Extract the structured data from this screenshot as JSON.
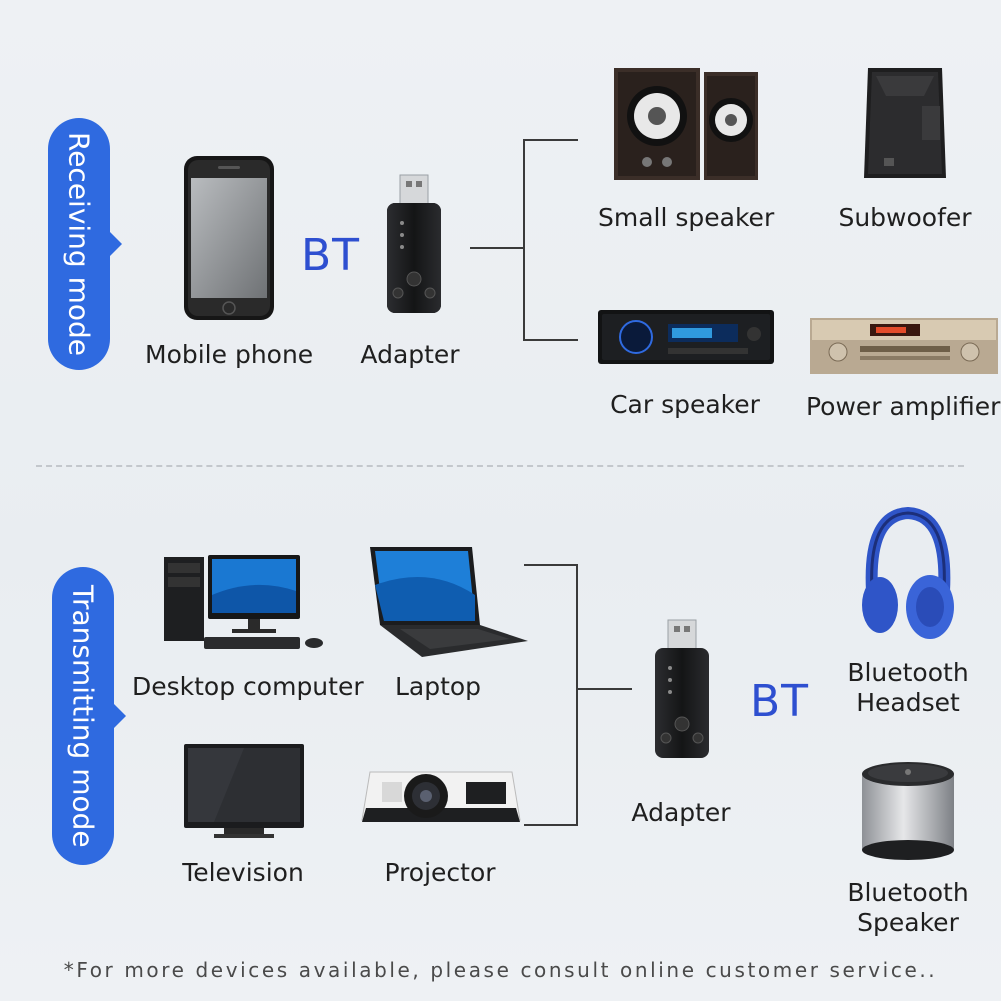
{
  "receiving": {
    "mode_label": "Receiving mode",
    "bt_label": "BT",
    "sources": [
      {
        "label": "Mobile phone"
      }
    ],
    "adapter_label": "Adapter",
    "outputs": [
      {
        "label": "Small speaker"
      },
      {
        "label": "Subwoofer"
      },
      {
        "label": "Car speaker"
      },
      {
        "label": "Power amplifier"
      }
    ]
  },
  "transmitting": {
    "mode_label": "Transmitting mode",
    "bt_label": "BT",
    "sources": [
      {
        "label": "Desktop computer"
      },
      {
        "label": "Laptop"
      },
      {
        "label": "Television"
      },
      {
        "label": "Projector"
      }
    ],
    "adapter_label": "Adapter",
    "outputs": [
      {
        "label_line1": "Bluetooth",
        "label_line2": "Headset"
      },
      {
        "label_line1": "Bluetooth",
        "label_line2": "Speaker"
      }
    ]
  },
  "footnote": "*For more devices available, please consult online customer service..",
  "colors": {
    "accent": "#2f6ae0",
    "bt_text": "#2e4fd0",
    "headset_blue": "#2f55c8"
  }
}
